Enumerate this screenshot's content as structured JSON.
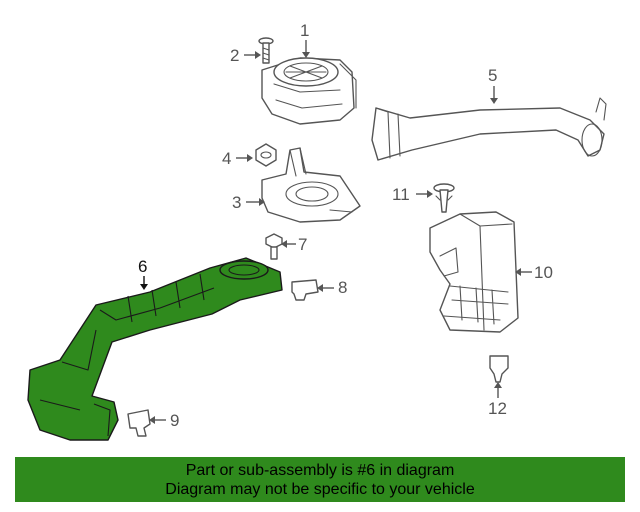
{
  "callouts": {
    "c1": "1",
    "c2": "2",
    "c3": "3",
    "c4": "4",
    "c5": "5",
    "c6": "6",
    "c7": "7",
    "c8": "8",
    "c9": "9",
    "c10": "10",
    "c11": "11",
    "c12": "12"
  },
  "highlight_color": "#2f8a1d",
  "banner": {
    "line1": "Part or sub-assembly is #6 in diagram",
    "line2": "Diagram may not be specific to your vehicle"
  }
}
